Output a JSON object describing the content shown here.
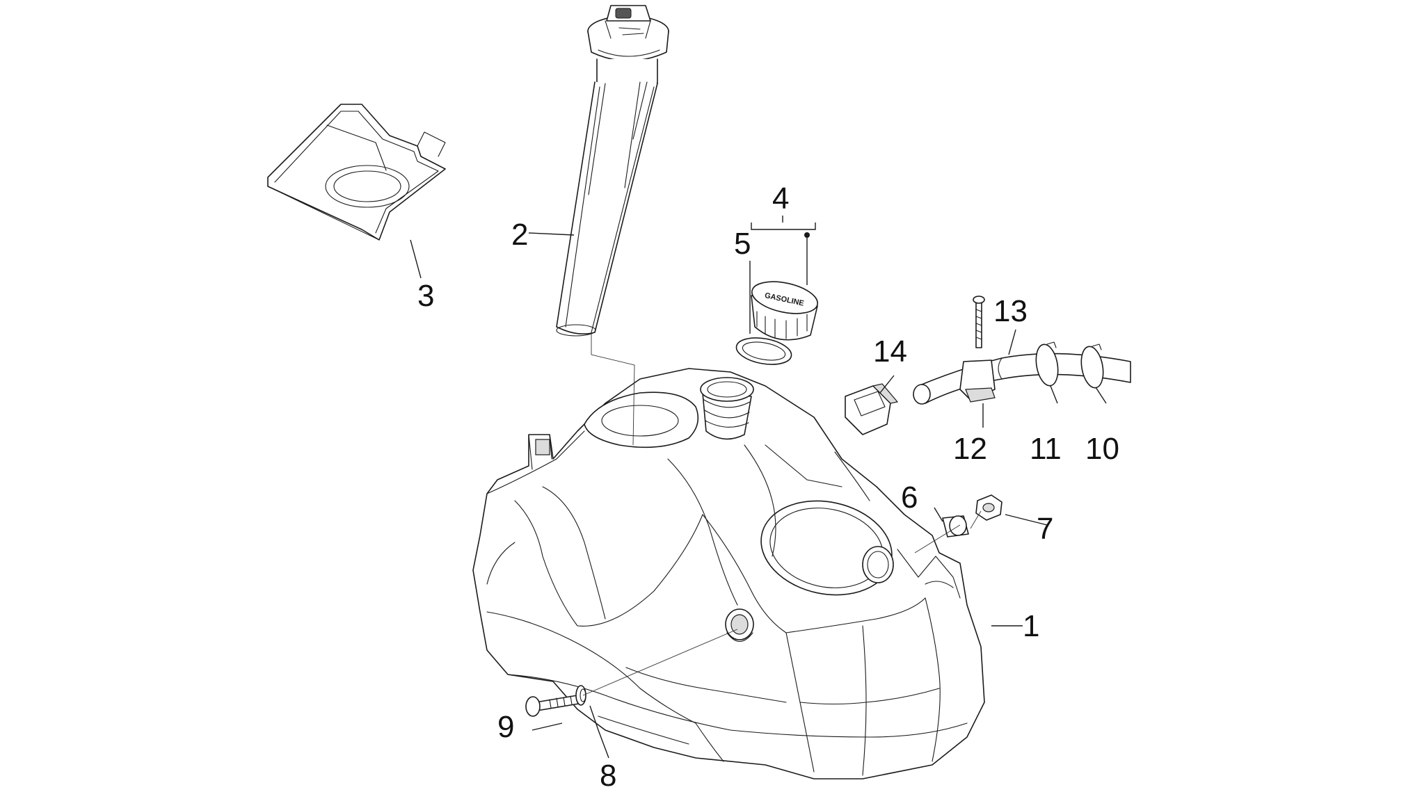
{
  "callouts": {
    "c1": "1",
    "c2": "2",
    "c3": "3",
    "c4": "4",
    "c5": "5",
    "c6": "6",
    "c7": "7",
    "c8": "8",
    "c9": "9",
    "c10": "10",
    "c11": "11",
    "c12": "12",
    "c13": "13",
    "c14": "14"
  },
  "cap_text": "GASOLINE"
}
